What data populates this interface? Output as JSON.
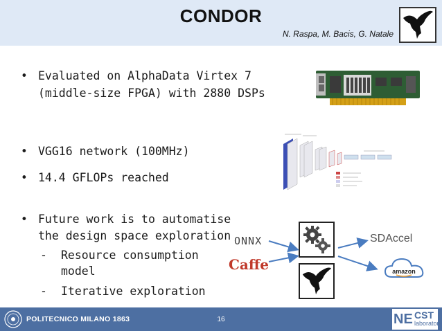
{
  "header": {
    "title": "CONDOR",
    "authors": "N. Raspa, M. Bacis, G. Natale"
  },
  "bullets": [
    {
      "lines": [
        "Evaluated on AlphaData Virtex 7",
        "(middle-size FPGA) with 2880 DSPs"
      ]
    },
    {
      "lines": [
        "VGG16 network (100MHz)"
      ]
    },
    {
      "lines": [
        "14.4 GFLOPs reached"
      ]
    },
    {
      "lines": [
        "Future work is to automatise",
        "the design space exploration"
      ]
    }
  ],
  "bullet_symbol": "•",
  "sub_symbol": "-",
  "subbullets": [
    {
      "lines": [
        "Resource consumption",
        "model"
      ]
    },
    {
      "lines": [
        "Iterative exploration"
      ]
    }
  ],
  "diagram": {
    "onnx": "ONNX",
    "caffe": "Caffe",
    "sdaccel": "SDAccel",
    "amazon": "amazon"
  },
  "footer": {
    "institution": "POLITECNICO MILANO 1863",
    "page_number": "16",
    "lab_ne": "NE",
    "lab_cst": "CST",
    "lab_laboratory": "laboratory"
  },
  "colors": {
    "header_bg": "#dfe9f6",
    "footer_bg": "#4d6fa2",
    "caffe_red": "#c0392b"
  }
}
